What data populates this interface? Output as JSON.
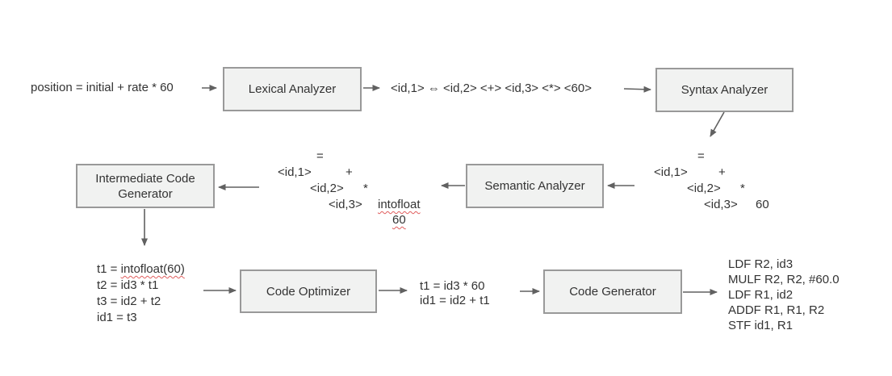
{
  "colors": {
    "box_fill": "#f1f2f1",
    "box_border": "#999999",
    "arrow": "#616161",
    "text": "#333333",
    "spellcheck_underline": "#e05d5d"
  },
  "pipeline": {
    "source_code": "position = initial + rate * 60",
    "token_stream": "<id,1> ⇔ <id,2> <+> <id,3> <*> <60>",
    "lexical_analyzer": {
      "label": "Lexical Analyzer"
    },
    "syntax_analyzer": {
      "label": "Syntax Analyzer"
    },
    "semantic_analyzer": {
      "label": "Semantic Analyzer"
    },
    "intermediate_code_generator": {
      "label_line1": "Intermediate Code",
      "label_line2": "Generator"
    },
    "code_optimizer": {
      "label": "Code Optimizer"
    },
    "code_generator": {
      "label": "Code Generator"
    },
    "syntax_tree": {
      "nodes": [
        "=",
        "<id,1>",
        "+",
        "<id,2>",
        "*",
        "<id,3>",
        "60"
      ]
    },
    "annotated_tree": {
      "nodes": [
        "=",
        "<id,1>",
        "+",
        "<id,2>",
        "*",
        "<id,3>",
        "intofloat",
        "60"
      ]
    },
    "three_address_code": {
      "line1_prefix": "t1 = ",
      "line1_call": "intofloat(60)",
      "line2": "t2 = id3 * t1",
      "line3": "t3 = id2 + t2",
      "line4": "id1 = t3"
    },
    "optimized_code": {
      "line1": "t1 = id3 * 60",
      "line2": "id1 = id2 + t1"
    },
    "machine_code": {
      "lines": [
        "LDF R2, id3",
        "MULF R2, R2, #60.0",
        "LDF R1, id2",
        "ADDF R1, R1, R2",
        "STF id1, R1"
      ]
    }
  }
}
